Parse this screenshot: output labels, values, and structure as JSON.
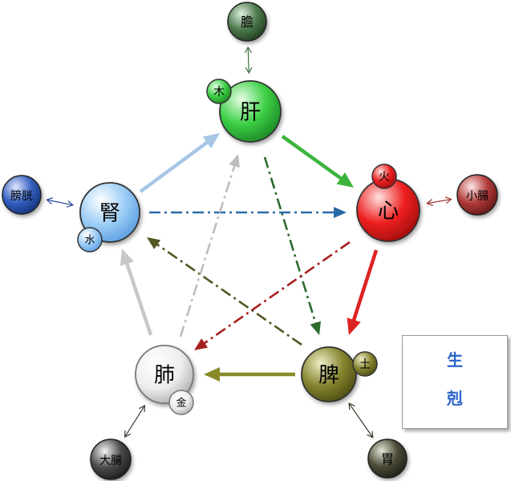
{
  "elements": {
    "wood": {
      "organ": "肝",
      "element": "木",
      "paired": "膽",
      "color": "#2fc43a"
    },
    "fire": {
      "organ": "心",
      "element": "火",
      "paired": "小腸",
      "color": "#e51e1e"
    },
    "earth": {
      "organ": "脾",
      "element": "土",
      "paired": "胃",
      "color": "#7a7a24"
    },
    "metal": {
      "organ": "肺",
      "element": "金",
      "paired": "大腸",
      "color": "#cfcfcf"
    },
    "water": {
      "organ": "腎",
      "element": "水",
      "paired": "膀胱",
      "color": "#8cc4f4"
    }
  },
  "paired_colors": {
    "wood": "#3f6f3f",
    "fire": "#a03030",
    "earth": "#3a3a2a",
    "metal": "#3a3a3a",
    "water": "#2a4a9a"
  },
  "generating_colors": {
    "wood_fire": "#3cb43c",
    "fire_earth": "#dd2222",
    "earth_metal": "#8a8a2a",
    "metal_water": "#c8c8c8",
    "water_wood": "#a6c6e6"
  },
  "controlling_colors": {
    "wood_earth": "#2e6b2e",
    "earth_water": "#555522",
    "water_fire": "#2a6aa8",
    "fire_metal": "#a82020",
    "metal_wood": "#bdbdbd"
  },
  "legend": {
    "generating": "生",
    "controlling": "剋",
    "arrow_color": "#9fcaf0"
  }
}
